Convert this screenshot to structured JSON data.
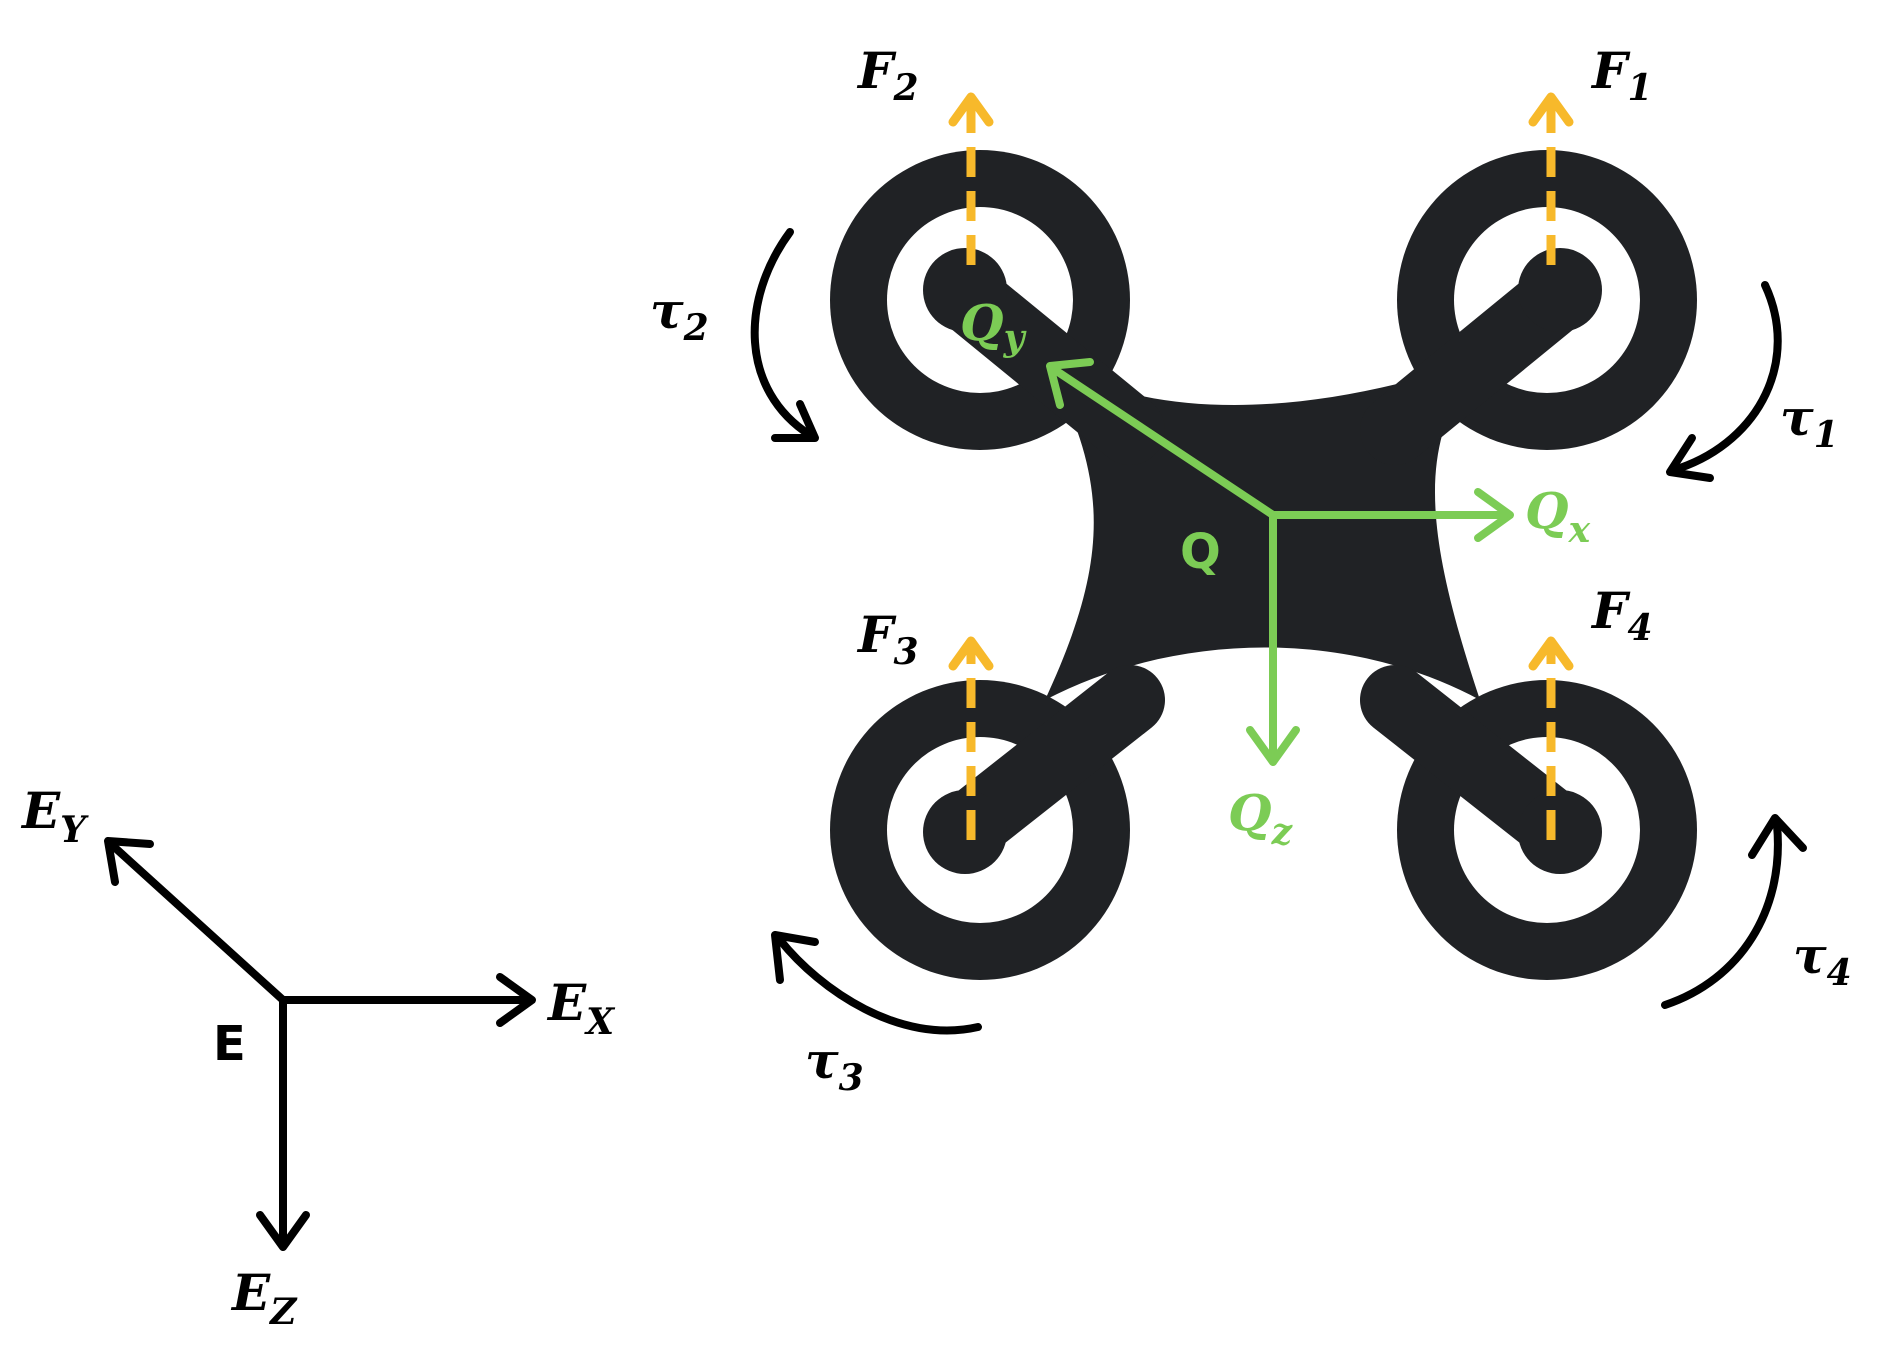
{
  "colors": {
    "body": "#202225",
    "thrust": "#f7b92b",
    "body_frame": "#7ccc55",
    "ink": "#000000"
  },
  "earth_frame": {
    "origin_label": "E",
    "x_label": {
      "base": "E",
      "sub": "X"
    },
    "y_label": {
      "base": "E",
      "sub": "Y"
    },
    "z_label": {
      "base": "E",
      "sub": "Z"
    }
  },
  "body_frame": {
    "origin_label": "Q",
    "x_label": {
      "base": "Q",
      "sub": "x"
    },
    "y_label": {
      "base": "Q",
      "sub": "y"
    },
    "z_label": {
      "base": "Q",
      "sub": "z"
    }
  },
  "rotors": [
    {
      "id": 1,
      "force": {
        "base": "F",
        "sub": "1"
      },
      "torque": {
        "base": "τ",
        "sub": "1"
      }
    },
    {
      "id": 2,
      "force": {
        "base": "F",
        "sub": "2"
      },
      "torque": {
        "base": "τ",
        "sub": "2"
      }
    },
    {
      "id": 3,
      "force": {
        "base": "F",
        "sub": "3"
      },
      "torque": {
        "base": "τ",
        "sub": "3"
      }
    },
    {
      "id": 4,
      "force": {
        "base": "F",
        "sub": "4"
      },
      "torque": {
        "base": "τ",
        "sub": "4"
      }
    }
  ]
}
